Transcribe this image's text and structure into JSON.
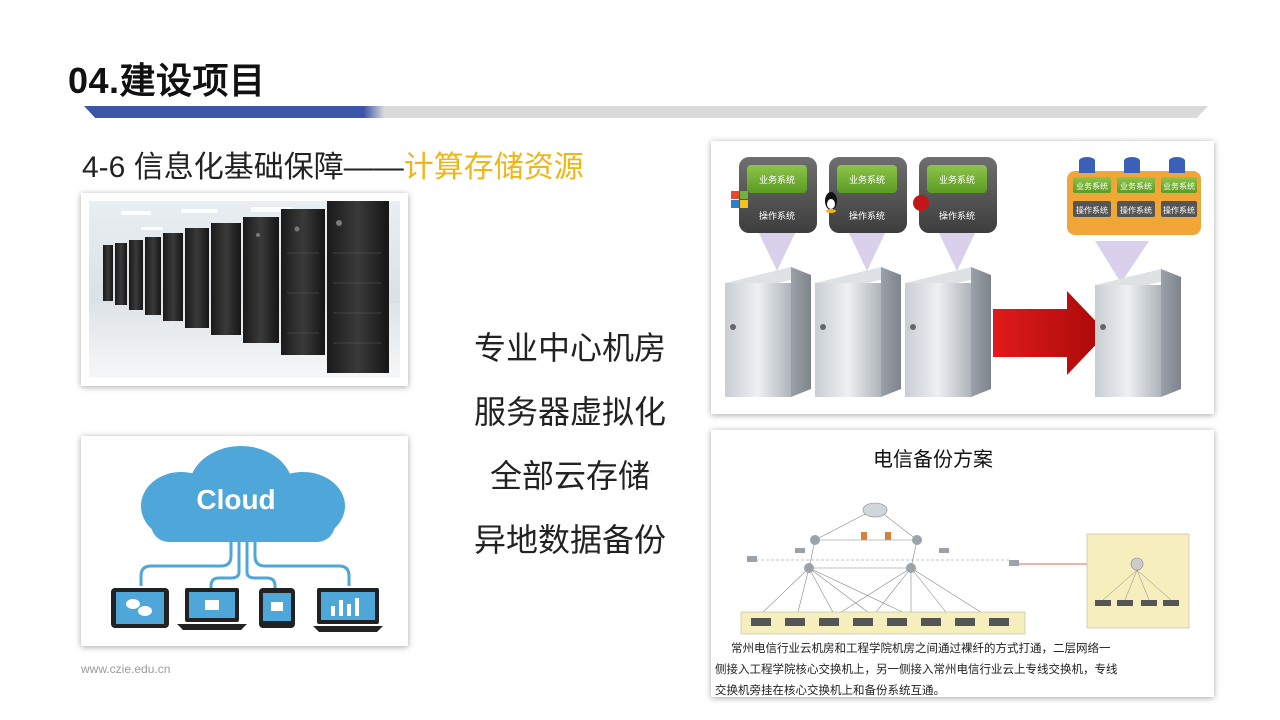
{
  "header": {
    "title": "04.建设项目"
  },
  "section": {
    "prefix": "4-6 信息化基础保障——",
    "highlight": "计算存储资源"
  },
  "features": [
    "专业中心机房",
    "服务器虚拟化",
    "全部云存储",
    "异地数据备份"
  ],
  "cloud_card": {
    "cloud_text": "Cloud"
  },
  "virtualization": {
    "bubble_top": "业务系统",
    "bubble_bottom": "操作系统"
  },
  "backup": {
    "title": "电信备份方案",
    "description": [
      "常州电信行业云机房和工程学院机房之间通过裸纤的方式打通，二层网络一",
      "侧接入工程学院核心交换机上，另一侧接入常州电信行业云上专线交换机，专线",
      "交换机旁挂在核心交换机上和备份系统互通。"
    ]
  },
  "footer": {
    "url": "www.czie.edu.cn"
  },
  "colors": {
    "accent_blue": "#3d55a8",
    "highlight_yellow": "#f2b516",
    "arrow_red": "#cc1111",
    "bubble_green": "#6aa231",
    "cloud_blue": "#4ea7d8"
  }
}
